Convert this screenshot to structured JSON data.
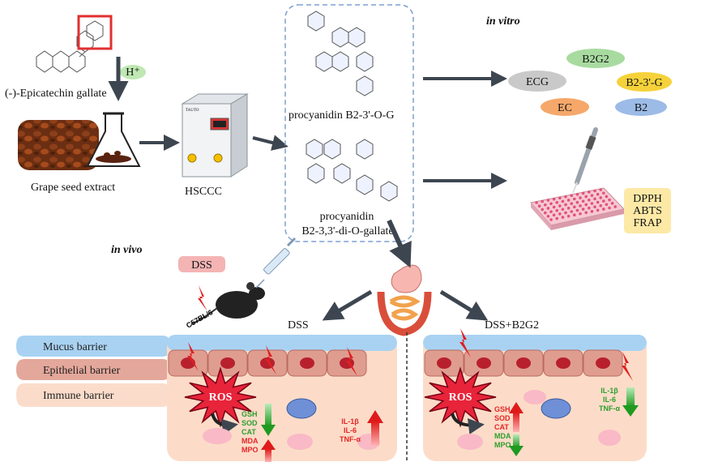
{
  "top": {
    "catechin_label": "(-)-Epicatechin gallate",
    "acid_label": "H⁺",
    "extract_label": "Grape seed extract",
    "hsccc_label": "HSCCC",
    "compound1_label": "procyanidin B2-3'-O-G",
    "compound2_line1": "procyanidin",
    "compound2_line2": "B2-3,3'-di-O-gallate"
  },
  "in_vitro": {
    "title": "in vitro",
    "ellipses": [
      {
        "label": "B2G2",
        "color": "#a8dba0"
      },
      {
        "label": "ECG",
        "color": "#c9c9c9"
      },
      {
        "label": "B2-3'-G",
        "color": "#f5d23a"
      },
      {
        "label": "EC",
        "color": "#f5a86a"
      },
      {
        "label": "B2",
        "color": "#9cbbe6"
      }
    ],
    "assays": [
      "DPPH",
      "ABTS",
      "FRAP"
    ]
  },
  "in_vivo": {
    "title": "in vivo",
    "dss_tag": "DSS",
    "mouse_label": "C57BL/6",
    "left_panel_title": "DSS",
    "right_panel_title": "DSS+B2G2",
    "barriers": [
      "Mucus barrier",
      "Epithelial barrier",
      "Immune barrier"
    ],
    "ros": "ROS",
    "left_antioxidants": [
      "GSH",
      "SOD",
      "CAT"
    ],
    "left_oxidants": [
      "MDA",
      "MPO"
    ],
    "left_cytokines": [
      "IL-1β",
      "IL-6",
      "TNF-α"
    ],
    "right_antioxidants": [
      "GSH",
      "SOD",
      "CAT"
    ],
    "right_oxidants": [
      "MDA",
      "MPO"
    ],
    "right_cytokines": [
      "IL-1β",
      "IL-6",
      "TNF-α"
    ],
    "colors": {
      "green": "#2e9e2e",
      "red": "#e32626"
    }
  },
  "equipment": {
    "brand": "TAUTO"
  }
}
